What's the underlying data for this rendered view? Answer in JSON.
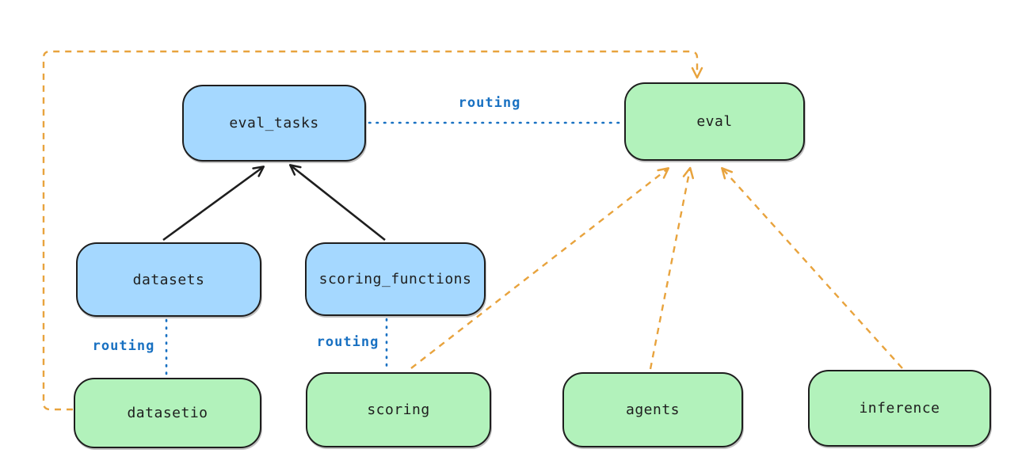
{
  "diagram": {
    "nodes": {
      "eval_tasks": {
        "label": "eval_tasks",
        "kind": "api",
        "fill": "#a5d8ff"
      },
      "eval": {
        "label": "eval",
        "kind": "provider",
        "fill": "#b2f2bb"
      },
      "datasets": {
        "label": "datasets",
        "kind": "api",
        "fill": "#a5d8ff"
      },
      "scoring_functions": {
        "label": "scoring_functions",
        "kind": "api",
        "fill": "#a5d8ff"
      },
      "datasetio": {
        "label": "datasetio",
        "kind": "provider",
        "fill": "#b2f2bb"
      },
      "scoring": {
        "label": "scoring",
        "kind": "provider",
        "fill": "#b2f2bb"
      },
      "agents": {
        "label": "agents",
        "kind": "provider",
        "fill": "#b2f2bb"
      },
      "inference": {
        "label": "inference",
        "kind": "provider",
        "fill": "#b2f2bb"
      }
    },
    "edges": [
      {
        "from": "datasets",
        "to": "eval_tasks",
        "style": "solid-arrow",
        "color": "#1e1e1e",
        "label": ""
      },
      {
        "from": "scoring_functions",
        "to": "eval_tasks",
        "style": "solid-arrow",
        "color": "#1e1e1e",
        "label": ""
      },
      {
        "from": "eval_tasks",
        "to": "eval",
        "style": "dotted",
        "color": "#1971c2",
        "label": "routing"
      },
      {
        "from": "datasets",
        "to": "datasetio",
        "style": "dotted",
        "color": "#1971c2",
        "label": "routing"
      },
      {
        "from": "scoring_functions",
        "to": "scoring",
        "style": "dotted",
        "color": "#1971c2",
        "label": "routing"
      },
      {
        "from": "datasetio",
        "to": "eval",
        "style": "dashed-arrow",
        "color": "#e8a33d",
        "label": ""
      },
      {
        "from": "scoring",
        "to": "eval",
        "style": "dashed-arrow",
        "color": "#e8a33d",
        "label": ""
      },
      {
        "from": "agents",
        "to": "eval",
        "style": "dashed-arrow",
        "color": "#e8a33d",
        "label": ""
      },
      {
        "from": "inference",
        "to": "eval",
        "style": "dashed-arrow",
        "color": "#e8a33d",
        "label": ""
      }
    ],
    "edge_labels": {
      "eval_routing": "routing",
      "datasetio_routing": "routing",
      "scoring_routing": "routing"
    },
    "colors": {
      "background": "#ffffff",
      "node_stroke": "#1e1e1e",
      "blue_fill": "#a5d8ff",
      "green_fill": "#b2f2bb",
      "routing_line": "#1971c2",
      "dashed_arrow": "#e8a33d",
      "solid_arrow": "#1e1e1e"
    }
  }
}
